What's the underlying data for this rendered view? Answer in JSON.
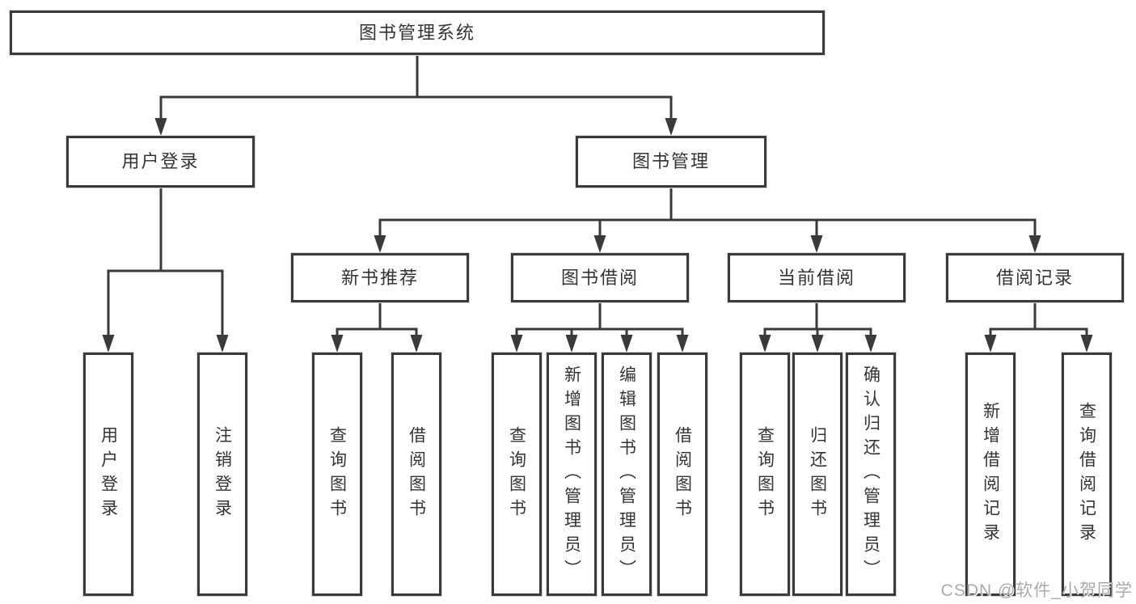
{
  "tree": {
    "root": {
      "label": "图书管理系统"
    },
    "branches": [
      {
        "label": "用户登录",
        "children": [
          {
            "label": "用户登录"
          },
          {
            "label": "注销登录"
          }
        ]
      },
      {
        "label": "图书管理",
        "children": [
          {
            "label": "新书推荐",
            "children": [
              {
                "label": "查询图书"
              },
              {
                "label": "借阅图书"
              }
            ]
          },
          {
            "label": "图书借阅",
            "children": [
              {
                "label": "查询图书"
              },
              {
                "label": "新增图书（管理员）"
              },
              {
                "label": "编辑图书（管理员）"
              },
              {
                "label": "借阅图书"
              }
            ]
          },
          {
            "label": "当前借阅",
            "children": [
              {
                "label": "查询图书"
              },
              {
                "label": "归还图书"
              },
              {
                "label": "确认归还（管理员）"
              }
            ]
          },
          {
            "label": "借阅记录",
            "children": [
              {
                "label": "新增借阅记录"
              },
              {
                "label": "查询借阅记录"
              }
            ]
          }
        ]
      }
    ]
  },
  "watermark": "CSDN @软件_小贺同学",
  "colors": {
    "line": "#3a3a3a",
    "text": "#333333",
    "watermark": "#ababab",
    "background": "#ffffff"
  }
}
